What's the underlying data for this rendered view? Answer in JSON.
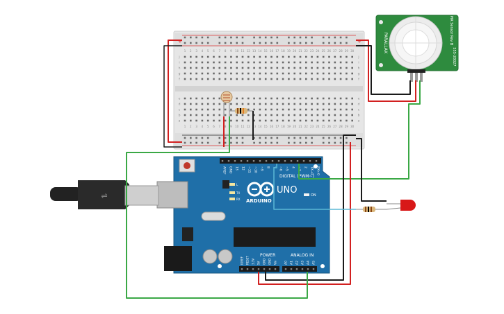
{
  "arduino": {
    "brand": "ARDUINO",
    "model": "UNO",
    "digital_header": "DIGITAL (PWM~)",
    "power_header": "POWER",
    "analog_header": "ANALOG IN",
    "on_label": "ON",
    "led_l": "L",
    "led_tx": "TX",
    "led_rx": "RX",
    "digital_pins": [
      "AREF",
      "GND",
      "13",
      "12",
      "~11",
      "~10",
      "~9",
      "8",
      "7",
      "~6",
      "~5",
      "4",
      "~3",
      "2",
      "TX→1",
      "RX←0"
    ],
    "power_pins": [
      "IOREF",
      "RESET",
      "3.3V",
      "5V",
      "GND",
      "GND",
      "Vin"
    ],
    "analog_pins": [
      "A0",
      "A1",
      "A2",
      "A3",
      "A4",
      "A5"
    ]
  },
  "pir_sensor": {
    "side_left": "PARALLAX",
    "side_right_top": "PIR Sensor Rev B",
    "side_right_bottom": "555-28027"
  },
  "breadboard": {
    "column_numbers_top": [
      "1",
      "2",
      "3",
      "4",
      "5",
      "6",
      "7",
      "8",
      "9",
      "10",
      "11",
      "12",
      "13",
      "14",
      "15",
      "16",
      "17",
      "18",
      "19",
      "20",
      "21",
      "22",
      "23",
      "24",
      "25",
      "26",
      "27",
      "28",
      "29",
      "30"
    ],
    "row_letters_top": [
      "j",
      "i",
      "h",
      "g",
      "f"
    ],
    "row_letters_bottom": [
      "e",
      "d",
      "c",
      "b",
      "a"
    ]
  },
  "colors": {
    "board": "#1f6fa8",
    "wire_red": "#d22020",
    "wire_black": "#1a1a1a",
    "wire_green": "#3aa845",
    "wire_cyan": "#5bb8d6",
    "breadboard": "#e4e4e4",
    "pir_pcb": "#2e8b3e",
    "led_red": "#d81818"
  }
}
